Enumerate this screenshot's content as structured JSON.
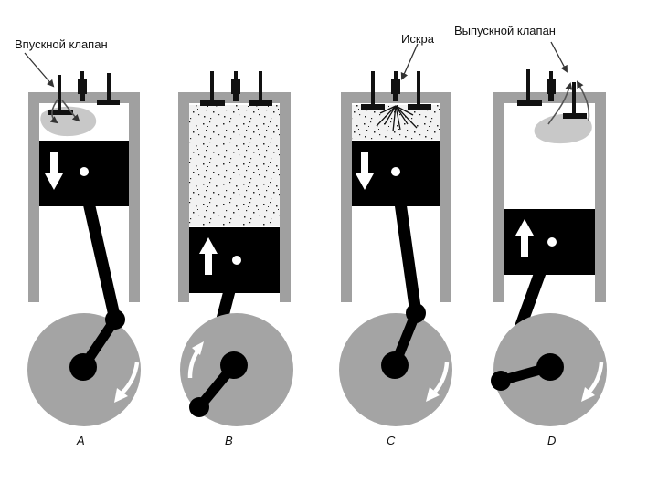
{
  "annotations": {
    "intake_valve": "Впускной клапан",
    "spark": "Искра",
    "exhaust_valve": "Выпускной клапан"
  },
  "panels": [
    {
      "letter": "A"
    },
    {
      "letter": "B"
    },
    {
      "letter": "C"
    },
    {
      "letter": "D"
    }
  ],
  "colors": {
    "cylinder_wall": "#a0a0a0",
    "piston": "#000000",
    "crank_disc": "#a4a4a4",
    "gas_cloud": "#c8c8c8",
    "fuel_mixture": "#f2f2f2",
    "arrow": "#ffffff"
  }
}
